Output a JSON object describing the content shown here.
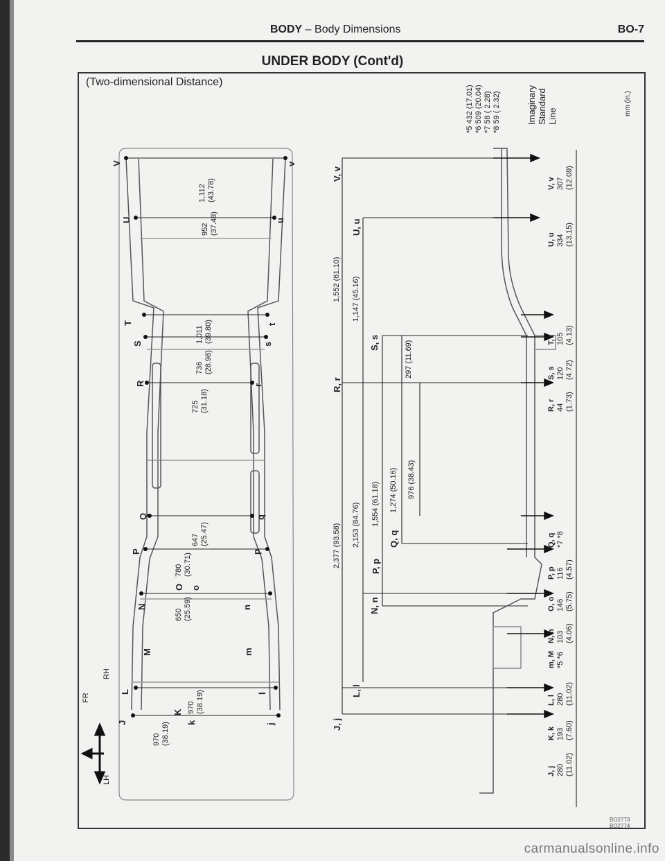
{
  "header": {
    "section": "BODY",
    "separator": " – ",
    "topic": "Body Dimensions",
    "page": "BO-7"
  },
  "subtitle": "UNDER BODY (Cont'd)",
  "panel_title": "(Two-dimensional Distance)",
  "unit": "mm (in.)",
  "imaginary_line": [
    "Imaginary",
    "Standard",
    "Line"
  ],
  "notes": [
    "*5  432 (17.01)",
    "*6  509 (20.04)",
    "*7    58 (  2.28)",
    "*8    59 (  2.32)"
  ],
  "direction": {
    "top": "RH",
    "side": "FR",
    "bottom": "LH"
  },
  "plan_dims": [
    {
      "value": "1,112",
      "inch": "(43.78)"
    },
    {
      "value": "952",
      "inch": "(37.48)"
    },
    {
      "value": "1,011",
      "inch": "(39.80)"
    },
    {
      "value": "736",
      "inch": "(28.98)"
    },
    {
      "value": "725",
      "inch": "(31.18)"
    },
    {
      "value": "647",
      "inch": "(25.47)"
    },
    {
      "value": "780",
      "inch": "(30.71)"
    },
    {
      "value": "650",
      "inch": "(25.59)"
    },
    {
      "value": "970",
      "inch": "(38.19)"
    },
    {
      "value": "970",
      "inch": "(38.19)"
    }
  ],
  "plan_points_right": [
    "V",
    "U",
    "T",
    "S",
    "R",
    "Q",
    "P",
    "O",
    "N",
    "M",
    "L",
    "K",
    "J"
  ],
  "plan_points_left": [
    "v",
    "u",
    "t",
    "s",
    "r",
    "q",
    "p",
    "o",
    "n",
    "m",
    "l",
    "k",
    "j"
  ],
  "long_dims": [
    "1,552 (61.10)",
    "1,147 (45.16)",
    "297 (11.69)",
    "976 (38.43)",
    "1,274 (50.16)",
    "1,554 (61.18)",
    "2,153 (84.76)",
    "2,377 (93.58)"
  ],
  "long_points": [
    "V, v",
    "U, u",
    "S, s",
    "R, r",
    "Q, q",
    "P, p",
    "N, n",
    "L, l",
    "J, j"
  ],
  "heights": [
    {
      "pts": "V, v",
      "mm": "307",
      "inch": "(12.09)"
    },
    {
      "pts": "U, u",
      "mm": "334",
      "inch": "(13.15)"
    },
    {
      "pts": "T, t",
      "mm": "105",
      "inch": "(4.13)"
    },
    {
      "pts": "S, s",
      "mm": "120",
      "inch": "(4.72)"
    },
    {
      "pts": "R, r",
      "mm": "44",
      "inch": "(1.73)"
    },
    {
      "pts": "Q, q",
      "mm": "*7  *8",
      "inch": ""
    },
    {
      "pts": "P, p",
      "mm": "116",
      "inch": "(4.57)"
    },
    {
      "pts": "O, o",
      "mm": "146",
      "inch": "(5.75)"
    },
    {
      "pts": "N, n",
      "mm": "103",
      "inch": "(4.06)"
    },
    {
      "pts": "m, M",
      "mm": "*5  *6",
      "inch": ""
    },
    {
      "pts": "L, l",
      "mm": "280",
      "inch": "(11.02)"
    },
    {
      "pts": "K, k",
      "mm": "193",
      "inch": "(7.60)"
    },
    {
      "pts": "J, j",
      "mm": "280",
      "inch": "(11.02)"
    }
  ],
  "figure_codes": [
    "BO2773",
    "BO2774"
  ],
  "watermark": "carmanualsonline.info"
}
